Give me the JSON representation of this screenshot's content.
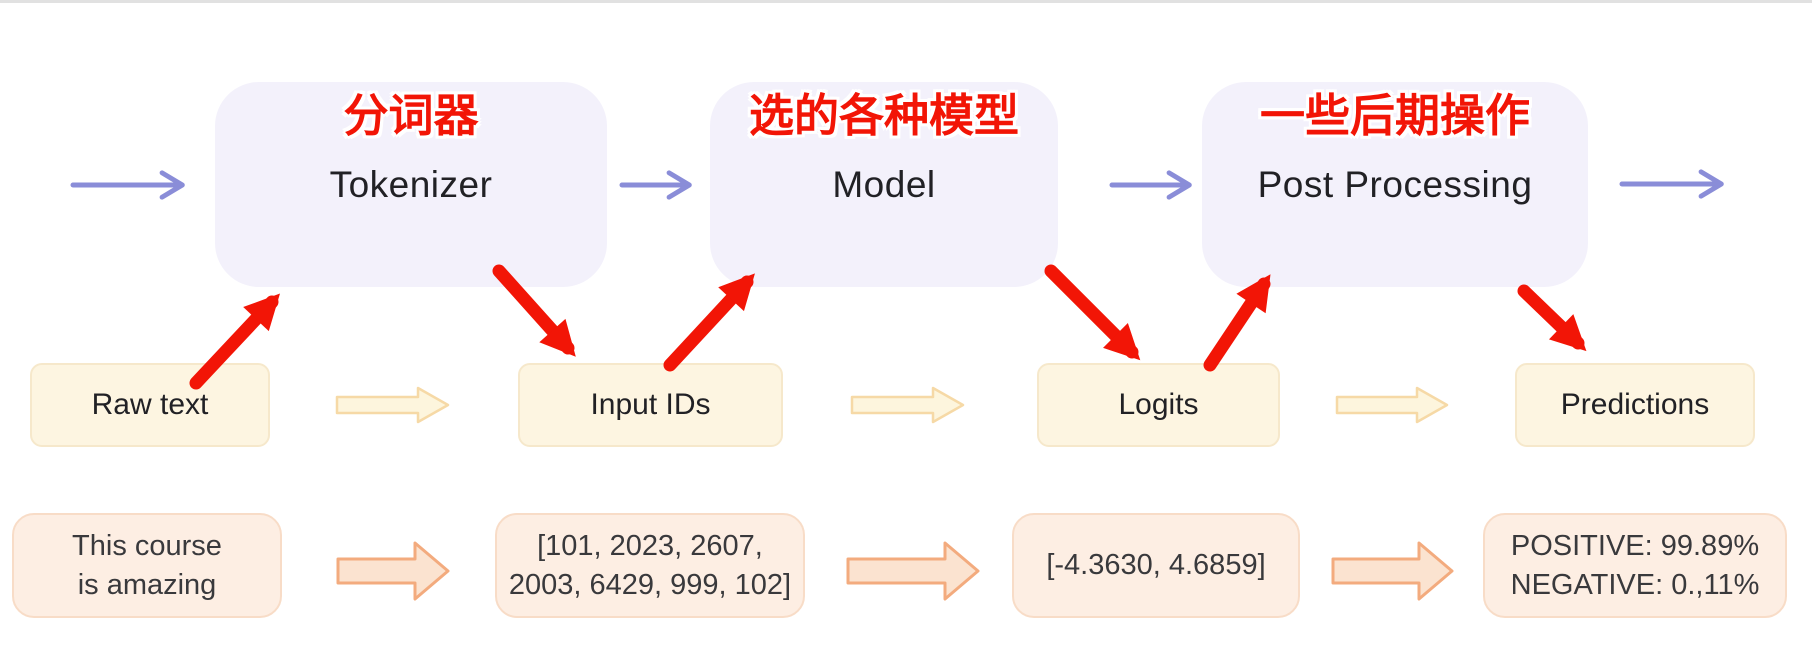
{
  "colors": {
    "annotation_red": "#f21506",
    "flow_purple": "#8a8dd8",
    "stage_fill": "#f3f1fb",
    "artifact_fill": "#fdf5e1",
    "artifact_border": "#f6e8cb",
    "mid_arrow_fill": "#fdf5dd",
    "mid_arrow_border": "#f6d9a6",
    "example_fill": "#fdeee3",
    "example_border": "#f8dcc7",
    "bot_arrow_fill": "#fbe3d0",
    "bot_arrow_border": "#f3ab7e",
    "text_dark": "#212125",
    "divider": "#e1e1e1"
  },
  "stages": [
    {
      "annotation": "分词器",
      "label": "Tokenizer"
    },
    {
      "annotation": "选的各种模型",
      "label": "Model"
    },
    {
      "annotation": "一些后期操作",
      "label": "Post Processing"
    }
  ],
  "artifacts": [
    {
      "label": "Raw text"
    },
    {
      "label": "Input IDs"
    },
    {
      "label": "Logits"
    },
    {
      "label": "Predictions"
    }
  ],
  "examples": [
    {
      "lines": [
        "This course",
        "is amazing"
      ]
    },
    {
      "lines": [
        "[101, 2023, 2607,",
        "2003, 6429, 999, 102]"
      ]
    },
    {
      "lines": [
        "[-4.3630, 4.6859]"
      ]
    },
    {
      "lines": [
        "POSITIVE: 99.89%",
        "NEGATIVE: 0.,11%"
      ]
    }
  ]
}
